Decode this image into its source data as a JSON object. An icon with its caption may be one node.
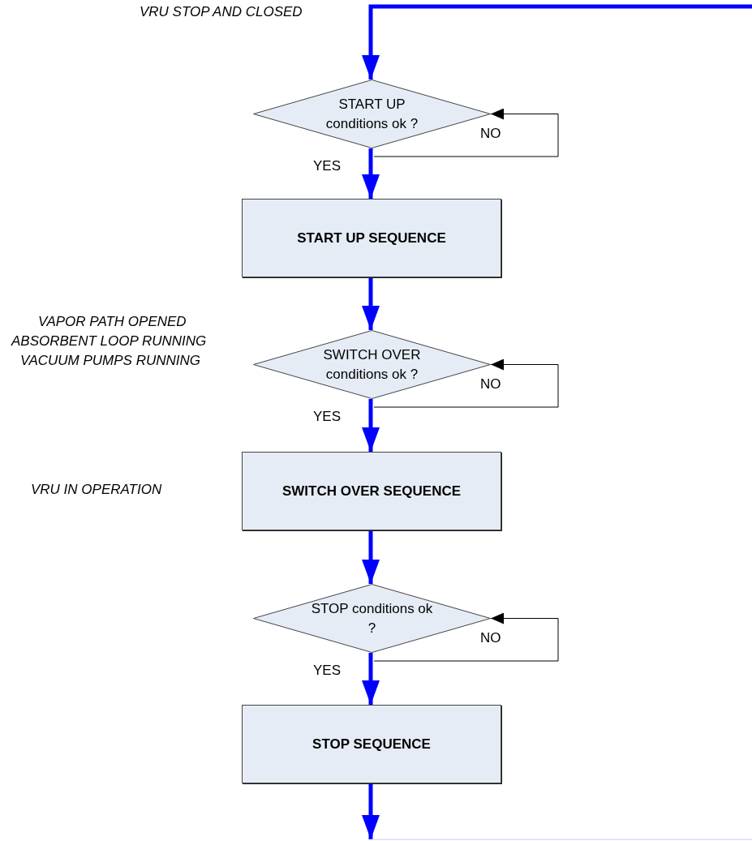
{
  "diagram": {
    "nodes": [
      {
        "text": [
          "START UP conditions ok ?"
        ]
      },
      {
        "text": [
          "START UP SEQUENCE"
        ]
      },
      {
        "text": [
          "SWITCH OVER conditions ok ?"
        ]
      },
      {
        "text": [
          "SWITCH OVER SEQUENCE"
        ]
      },
      {
        "text": [
          "STOP conditions ok ?"
        ]
      },
      {
        "text": [
          "STOP SEQUENCE"
        ]
      }
    ],
    "edges": [
      {
        "from": null,
        "to": 0,
        "arrow": "to"
      },
      {
        "from": 0,
        "to": 1,
        "arrow": "to",
        "label": "YES"
      },
      {
        "from": 0,
        "to": 0,
        "arrow": "to",
        "label": "NO",
        "color": "#000000"
      },
      {
        "from": 1,
        "to": 2,
        "arrow": "to"
      },
      {
        "from": 2,
        "to": 3,
        "arrow": "to",
        "label": "YES"
      },
      {
        "from": 2,
        "to": 2,
        "arrow": "to",
        "label": "NO",
        "color": "#000000"
      },
      {
        "from": 3,
        "to": 4,
        "arrow": "to"
      },
      {
        "from": 4,
        "to": 5,
        "arrow": "to",
        "label": "YES"
      },
      {
        "from": 4,
        "to": 4,
        "arrow": "to",
        "label": "NO",
        "color": "#000000"
      },
      {
        "from": 5,
        "to": null,
        "arrow": "to"
      }
    ],
    "labels": [
      "VRU STOP AND CLOSED",
      "VAPOR PATH OPENED",
      "ABSORBENT LOOP RUNNING",
      "VACUUM PUMPS RUNNING",
      "VRU IN OPERATION"
    ]
  }
}
